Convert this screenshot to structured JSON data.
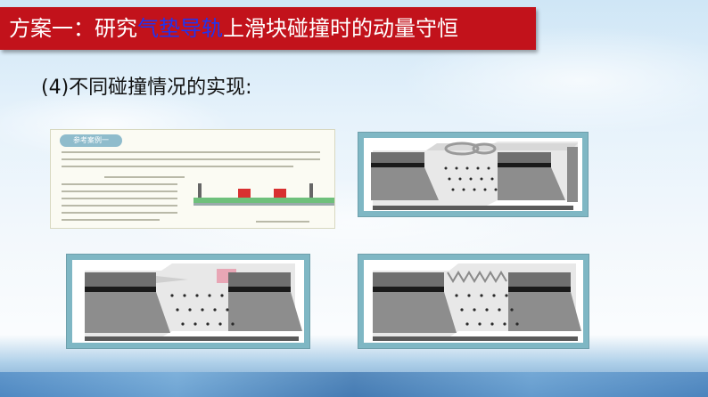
{
  "title": {
    "prefix": "方案一：研究",
    "highlight": "气垫导轨",
    "suffix": "上滑块碰撞时的动量守恒"
  },
  "subheading": "(4)不同碰撞情况的实现:",
  "textbook": {
    "tag": "参考案例一"
  },
  "colors": {
    "title_bar": "#c2121b",
    "title_highlight": "#2233ee",
    "panel_frame": "#7fb7c4"
  },
  "panels": [
    {
      "name": "textbook-excerpt"
    },
    {
      "name": "velcro-ring-collision",
      "bumper": "spring-ring"
    },
    {
      "name": "needle-plasticine-collision",
      "bumper": "needle-and-plasticine"
    },
    {
      "name": "spring-collision",
      "bumper": "coil-spring"
    }
  ]
}
